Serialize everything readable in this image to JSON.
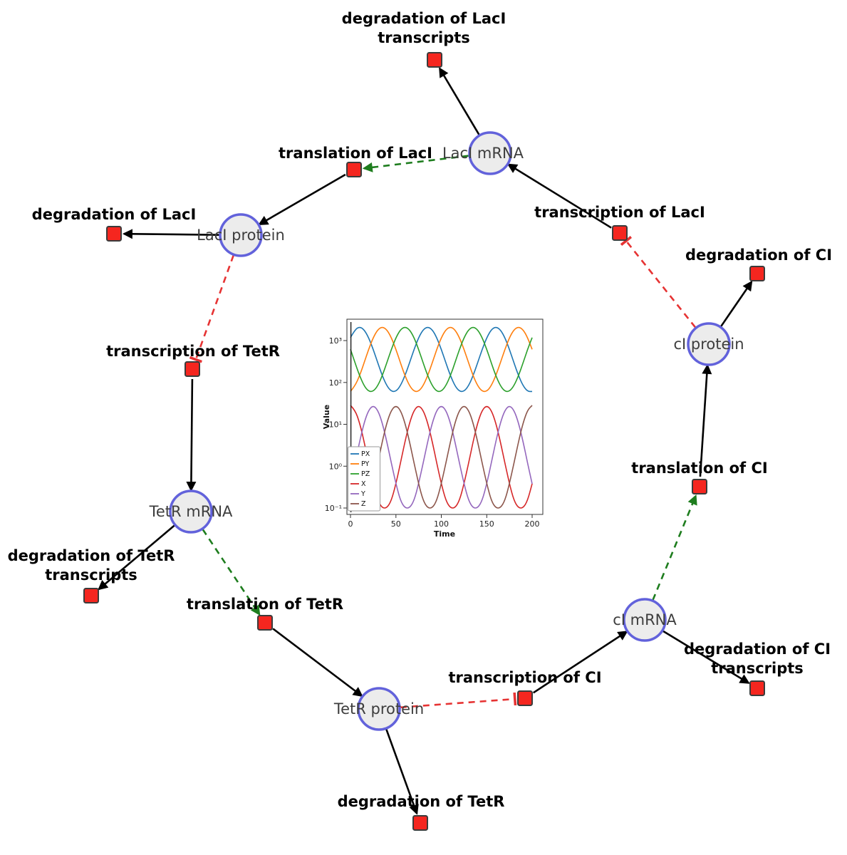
{
  "diagram": {
    "species": {
      "laci_mrna": "LacI mRNA",
      "laci_protein": "LacI protein",
      "tetr_mrna": "TetR mRNA",
      "tetr_protein": "TetR protein",
      "ci_mrna": "cI mRNA",
      "ci_protein": "cI protein"
    },
    "reactions": {
      "deg_laci_tx_1": "degradation of LacI",
      "deg_laci_tx_2": "transcripts",
      "translation_laci": "translation of LacI",
      "transcription_laci": "transcription of LacI",
      "deg_laci": "degradation of LacI",
      "deg_ci": "degradation of CI",
      "transcription_tetr": "transcription of TetR",
      "translation_ci": "translation of CI",
      "deg_tetr_tx_1": "degradation of TetR",
      "deg_tetr_tx_2": "transcripts",
      "translation_tetr": "translation of TetR",
      "transcription_ci": "transcription of CI",
      "deg_ci_tx_1": "degradation of CI",
      "deg_ci_tx_2": "transcripts",
      "deg_tetr": "degradation of TetR"
    },
    "colors": {
      "species_fill": "#ececec",
      "species_stroke": "#6262db",
      "reaction_fill": "#f5261f",
      "reaction_stroke": "#3b3b3b",
      "edge": "#000000",
      "modifier_edge": "#1e7d1e",
      "inhibition_edge": "#e63333"
    }
  },
  "chart_data": {
    "type": "line",
    "xlabel": "Time",
    "ylabel": "Value",
    "x_ticks": [
      0,
      50,
      100,
      150,
      200
    ],
    "y_tick_labels": [
      "10⁻¹",
      "10⁰",
      "10¹",
      "10²",
      "10³"
    ],
    "xlim": [
      0,
      200
    ],
    "ylog_lim": [
      -1.3,
      3.5
    ],
    "legend_position": "lower left",
    "grid": false,
    "x": [
      0,
      5,
      10,
      15,
      20,
      25,
      30,
      35,
      40,
      45,
      50,
      55,
      60,
      65,
      70,
      75,
      80,
      85,
      90,
      95,
      100,
      105,
      110,
      115,
      120,
      125,
      130,
      135,
      140,
      145,
      150,
      155,
      160,
      165,
      170,
      175,
      180,
      185,
      190,
      195,
      200
    ],
    "series": [
      {
        "name": "PX",
        "color": "#1f77b4",
        "values": [
          1181,
          1832,
          2138,
          1832,
          1181,
          618,
          294,
          145,
          83,
          61,
          61,
          83,
          145,
          294,
          618,
          1181,
          1832,
          2138,
          1832,
          1181,
          618,
          294,
          145,
          83,
          61,
          61,
          83,
          145,
          294,
          618,
          1181,
          1832,
          2138,
          1832,
          1181,
          618,
          294,
          145,
          83,
          61,
          61
        ]
      },
      {
        "name": "PY",
        "color": "#ff7f0e",
        "values": [
          61,
          83,
          145,
          294,
          618,
          1181,
          1832,
          2138,
          1832,
          1181,
          618,
          294,
          145,
          83,
          61,
          61,
          83,
          145,
          294,
          618,
          1181,
          1832,
          2138,
          1832,
          1181,
          618,
          294,
          145,
          83,
          61,
          61,
          83,
          145,
          294,
          618,
          1181,
          1832,
          2138,
          1832,
          1181,
          618
        ]
      },
      {
        "name": "PZ",
        "color": "#2ca02c",
        "values": [
          618,
          294,
          145,
          83,
          61,
          61,
          83,
          145,
          294,
          618,
          1181,
          1832,
          2138,
          1832,
          1181,
          618,
          294,
          145,
          83,
          61,
          61,
          83,
          145,
          294,
          618,
          1181,
          1832,
          2138,
          1832,
          1181,
          618,
          294,
          145,
          83,
          61,
          61,
          83,
          145,
          294,
          618,
          1181
        ]
      },
      {
        "name": "X",
        "color": "#d62728",
        "values": [
          28.2,
          22,
          10.9,
          3.86,
          1.17,
          0.38,
          0.15,
          0.1,
          0.1,
          0.15,
          0.38,
          1.17,
          3.86,
          10.9,
          22,
          28.2,
          22,
          10.9,
          3.86,
          1.17,
          0.38,
          0.15,
          0.1,
          0.1,
          0.15,
          0.38,
          1.17,
          3.86,
          10.9,
          22,
          28.2,
          22,
          10.9,
          3.86,
          1.17,
          0.38,
          0.15,
          0.1,
          0.1,
          0.15,
          0.38
        ]
      },
      {
        "name": "Y",
        "color": "#9467bd",
        "values": [
          0.38,
          1.17,
          3.86,
          10.9,
          22,
          28.2,
          22,
          10.9,
          3.86,
          1.17,
          0.38,
          0.15,
          0.1,
          0.1,
          0.15,
          0.38,
          1.17,
          3.86,
          10.9,
          22,
          28.2,
          22,
          10.9,
          3.86,
          1.17,
          0.38,
          0.15,
          0.1,
          0.1,
          0.15,
          0.38,
          1.17,
          3.86,
          10.9,
          22,
          28.2,
          22,
          10.9,
          3.86,
          1.17,
          0.38
        ]
      },
      {
        "name": "Z",
        "color": "#8c564b",
        "values": [
          0.38,
          0.15,
          0.1,
          0.1,
          0.15,
          0.38,
          1.17,
          3.86,
          10.9,
          22,
          28.2,
          22,
          10.9,
          3.86,
          1.17,
          0.38,
          0.15,
          0.1,
          0.1,
          0.15,
          0.38,
          1.17,
          3.86,
          10.9,
          22,
          28.2,
          22,
          10.9,
          3.86,
          1.17,
          0.38,
          0.15,
          0.1,
          0.1,
          0.15,
          0.38,
          1.17,
          3.86,
          10.9,
          22,
          28.2
        ]
      }
    ]
  }
}
